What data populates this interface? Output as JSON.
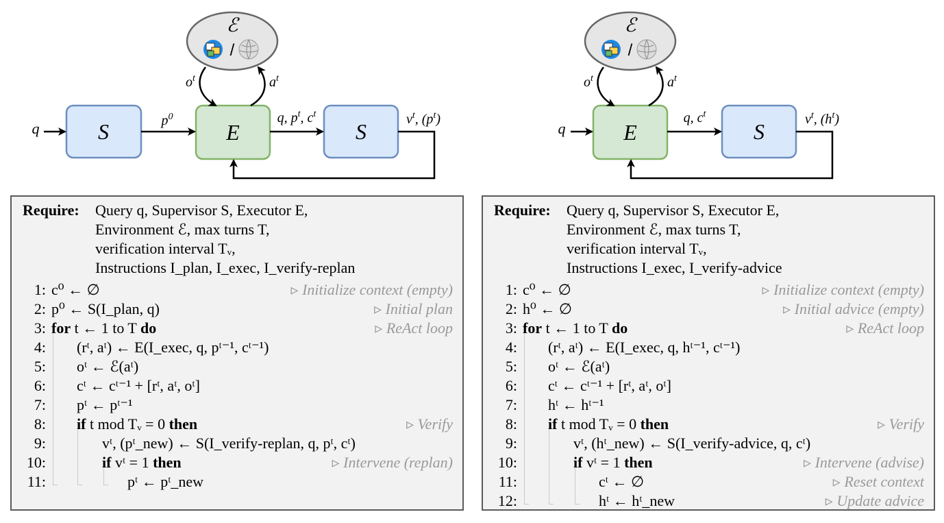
{
  "diagram_left": {
    "env_label": "ℰ",
    "env_sep": "/",
    "supervisor_label": "S",
    "executor_label": "E",
    "verifier_label": "S",
    "input_label": "q",
    "plan_label": "p",
    "plan_sup": "0",
    "observation_label": "o",
    "observation_sup": "t",
    "action_label": "a",
    "action_sup": "t",
    "exec_out_label": "q, p",
    "exec_out_sup1": "t",
    "exec_out_mid": ", c",
    "exec_out_sup2": "t",
    "verify_out_label": "v",
    "verify_out_sup1": "t",
    "verify_out_mid": ", (p",
    "verify_out_sup2": "t",
    "verify_out_end": ")"
  },
  "diagram_right": {
    "env_label": "ℰ",
    "env_sep": "/",
    "executor_label": "E",
    "verifier_label": "S",
    "input_label": "q",
    "observation_label": "o",
    "observation_sup": "t",
    "action_label": "a",
    "action_sup": "t",
    "exec_out_label": "q, c",
    "exec_out_sup": "t",
    "verify_out_label": "v",
    "verify_out_sup1": "t",
    "verify_out_mid": ", (h",
    "verify_out_sup2": "t",
    "verify_out_end": ")"
  },
  "algorithm_left": {
    "require_keyword": "Require:",
    "require_lines": [
      "Query q, Supervisor S, Executor E,",
      "Environment ℰ, max turns T,",
      "verification interval Tᵥ,",
      "Instructions I_plan, I_exec, I_verify-replan"
    ],
    "lines": [
      {
        "num": "1:",
        "code": "c⁰ ← ∅",
        "comment": "▹ Initialize context (empty)"
      },
      {
        "num": "2:",
        "code": "p⁰ ← S(I_plan, q)",
        "comment": "▹ Initial plan"
      },
      {
        "num": "3:",
        "code": "for t ← 1 to T do",
        "comment": "▹ ReAct loop"
      },
      {
        "num": "4:",
        "code": "(rᵗ, aᵗ) ← E(I_exec, q, pᵗ⁻¹, cᵗ⁻¹)",
        "comment": ""
      },
      {
        "num": "5:",
        "code": "oᵗ ← ℰ(aᵗ)",
        "comment": ""
      },
      {
        "num": "6:",
        "code": "cᵗ ← cᵗ⁻¹ + [rᵗ, aᵗ, oᵗ]",
        "comment": ""
      },
      {
        "num": "7:",
        "code": "pᵗ ← pᵗ⁻¹",
        "comment": ""
      },
      {
        "num": "8:",
        "code": "if t mod Tᵥ = 0 then",
        "comment": "▹ Verify"
      },
      {
        "num": "9:",
        "code": "vᵗ, (pᵗ_new) ← S(I_verify-replan, q, pᵗ, cᵗ)",
        "comment": ""
      },
      {
        "num": "10:",
        "code": "if vᵗ = 1 then",
        "comment": "▹ Intervene (replan)"
      },
      {
        "num": "11:",
        "code": "pᵗ ← pᵗ_new",
        "comment": ""
      }
    ]
  },
  "algorithm_right": {
    "require_keyword": "Require:",
    "require_lines": [
      "Query q, Supervisor S, Executor E,",
      "Environment ℰ, max turns T,",
      "verification interval Tᵥ,",
      "Instructions I_exec, I_verify-advice"
    ],
    "lines": [
      {
        "num": "1:",
        "code": "c⁰ ← ∅",
        "comment": "▹ Initialize context (empty)"
      },
      {
        "num": "2:",
        "code": "h⁰ ← ∅",
        "comment": "▹ Initial advice (empty)"
      },
      {
        "num": "3:",
        "code": "for t ← 1 to T do",
        "comment": "▹ ReAct loop"
      },
      {
        "num": "4:",
        "code": "(rᵗ, aᵗ) ← E(I_exec, q, hᵗ⁻¹, cᵗ⁻¹)",
        "comment": ""
      },
      {
        "num": "5:",
        "code": "oᵗ ← ℰ(aᵗ)",
        "comment": ""
      },
      {
        "num": "6:",
        "code": "cᵗ ← cᵗ⁻¹ + [rᵗ, aᵗ, oᵗ]",
        "comment": ""
      },
      {
        "num": "7:",
        "code": "hᵗ ← hᵗ⁻¹",
        "comment": ""
      },
      {
        "num": "8:",
        "code": "if t mod Tᵥ = 0 then",
        "comment": "▹ Verify"
      },
      {
        "num": "9:",
        "code": "vᵗ, (hᵗ_new) ← S(I_verify-advice, q, cᵗ)",
        "comment": ""
      },
      {
        "num": "10:",
        "code": "if vᵗ = 1 then",
        "comment": "▹ Intervene (advise)"
      },
      {
        "num": "11:",
        "code": "cᵗ ← ∅",
        "comment": "▹ Reset context"
      },
      {
        "num": "12:",
        "code": "hᵗ ← hᵗ_new",
        "comment": "▹ Update advice"
      }
    ]
  },
  "colors": {
    "supervisor_fill": "#dae8fc",
    "supervisor_stroke": "#6c8ebf",
    "executor_fill": "#d5e8d4",
    "executor_stroke": "#82b366",
    "env_fill": "#e6e6e6",
    "env_stroke": "#666666",
    "comment_gray": "#999999",
    "box_bg": "#f2f2f2"
  },
  "icons": [
    "image-tools-icon",
    "wikipedia-globe-icon"
  ]
}
